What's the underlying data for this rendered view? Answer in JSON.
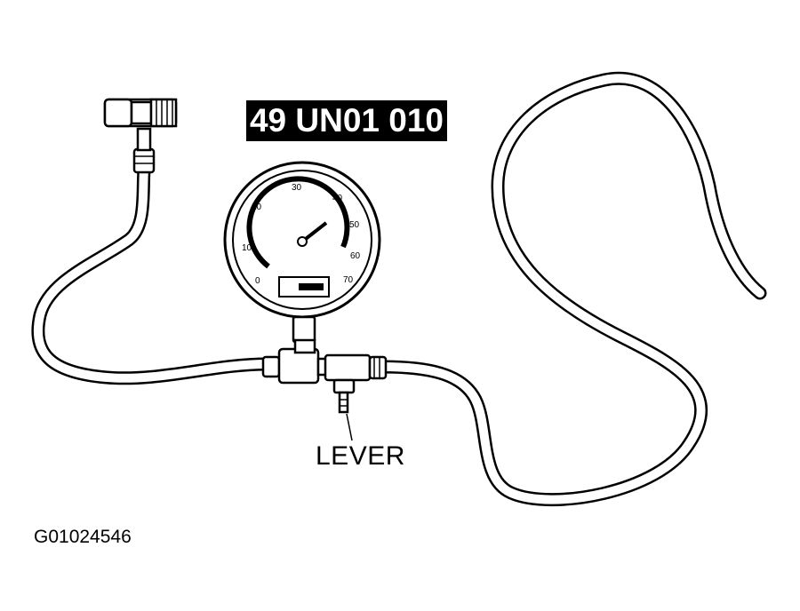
{
  "tool_number": "49 UN01 010",
  "callout": "LEVER",
  "figure_id": "G01024546",
  "gauge": {
    "scale_labels": [
      "0",
      "10",
      "20",
      "30",
      "40",
      "50",
      "60",
      "70"
    ]
  }
}
